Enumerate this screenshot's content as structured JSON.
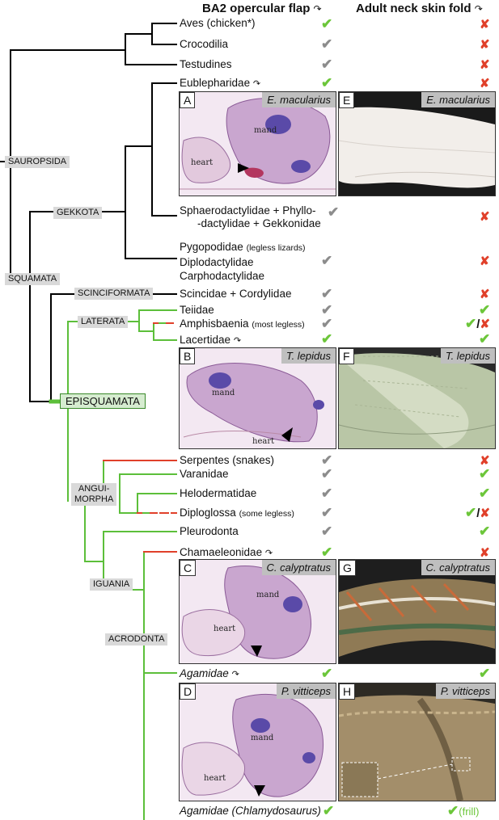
{
  "headers": {
    "flap": "BA2 opercular flap",
    "fold": "Adult neck skin fold"
  },
  "clades": {
    "sauropsida": "SAUROPSIDA",
    "squamata": "SQUAMATA",
    "gekkota": "GEKKOTA",
    "scinciformata": "SCINCIFORMATA",
    "laterata": "LATERATA",
    "episquamata": "EPISQUAMATA",
    "anguimorpha": "ANGUI-\nMORPHA",
    "iguania": "IGUANIA",
    "acrodonta": "ACRODONTA"
  },
  "taxa": [
    {
      "id": "aves",
      "name": "Aves (chicken*)",
      "flap": "green",
      "fold": "red"
    },
    {
      "id": "croc",
      "name": "Crocodilia",
      "flap": "gray",
      "fold": "red"
    },
    {
      "id": "test",
      "name": "Testudines",
      "flap": "gray",
      "fold": "red"
    },
    {
      "id": "eub",
      "name": "Eublepharidae",
      "flap": "green",
      "fold": "red"
    },
    {
      "id": "sph",
      "name": "Sphaerodactylidae + Phyllo-",
      "name2": "-dactylidae + Gekkonidae",
      "flap": "gray",
      "fold": "red"
    },
    {
      "id": "pyg",
      "name": "Pygopodidae",
      "small": "(legless lizards)",
      "name2": "Diplodactylidae",
      "name3": "Carphodactylidae",
      "flap": "gray",
      "fold": "red"
    },
    {
      "id": "sci",
      "name": "Scincidae + Cordylidae",
      "flap": "gray",
      "fold": "red"
    },
    {
      "id": "tei",
      "name": "Teiidae",
      "flap": "gray",
      "fold": "green"
    },
    {
      "id": "amp",
      "name": "Amphisbaenia",
      "small": "(most legless)",
      "flap": "gray",
      "fold": "green / red"
    },
    {
      "id": "lac",
      "name": "Lacertidae",
      "flap": "green",
      "fold": "green"
    },
    {
      "id": "ser",
      "name": "Serpentes (snakes)",
      "flap": "gray",
      "fold": "red"
    },
    {
      "id": "var",
      "name": "Varanidae",
      "flap": "gray",
      "fold": "green"
    },
    {
      "id": "hel",
      "name": "Helodermatidae",
      "flap": "gray",
      "fold": "green"
    },
    {
      "id": "dip",
      "name": "Diploglossa",
      "small": "(some legless)",
      "flap": "gray",
      "fold": "green / red"
    },
    {
      "id": "ple",
      "name": "Pleurodonta",
      "flap": "gray",
      "fold": "green"
    },
    {
      "id": "cha",
      "name": "Chamaeleonidae",
      "flap": "green",
      "fold": "red"
    },
    {
      "id": "aga",
      "name": "Agamidae",
      "flap": "green",
      "fold": "green"
    },
    {
      "id": "chl",
      "name": "Agamidae (Chlamydosaurus)",
      "flap": "green",
      "fold": "green",
      "fold_note": "(frill)"
    }
  ],
  "symbols": {
    "check": "✔",
    "cross": "✘",
    "slash": "/"
  },
  "panels": {
    "A": {
      "label": "A",
      "species": "E. macularius",
      "mand": "mand",
      "heart": "heart"
    },
    "B": {
      "label": "B",
      "species": "T. lepidus",
      "mand": "mand",
      "heart": "heart"
    },
    "C": {
      "label": "C",
      "species": "C. calyptratus",
      "mand": "mand",
      "heart": "heart"
    },
    "D": {
      "label": "D",
      "species": "P. vitticeps",
      "mand": "mand",
      "heart": "heart"
    },
    "E": {
      "label": "E",
      "species": "E. macularius"
    },
    "F": {
      "label": "F",
      "species": "T. lepidus"
    },
    "G": {
      "label": "G",
      "species": "C. calyptratus"
    },
    "H": {
      "label": "H",
      "species": "P. vitticeps"
    }
  },
  "colors": {
    "check_green": "#6cc63a",
    "check_gray": "#8c8c8c",
    "cross_red": "#e0402a",
    "branch_green": "#5cbf3a",
    "branch_red": "#e0402a",
    "branch_black": "#000000"
  }
}
